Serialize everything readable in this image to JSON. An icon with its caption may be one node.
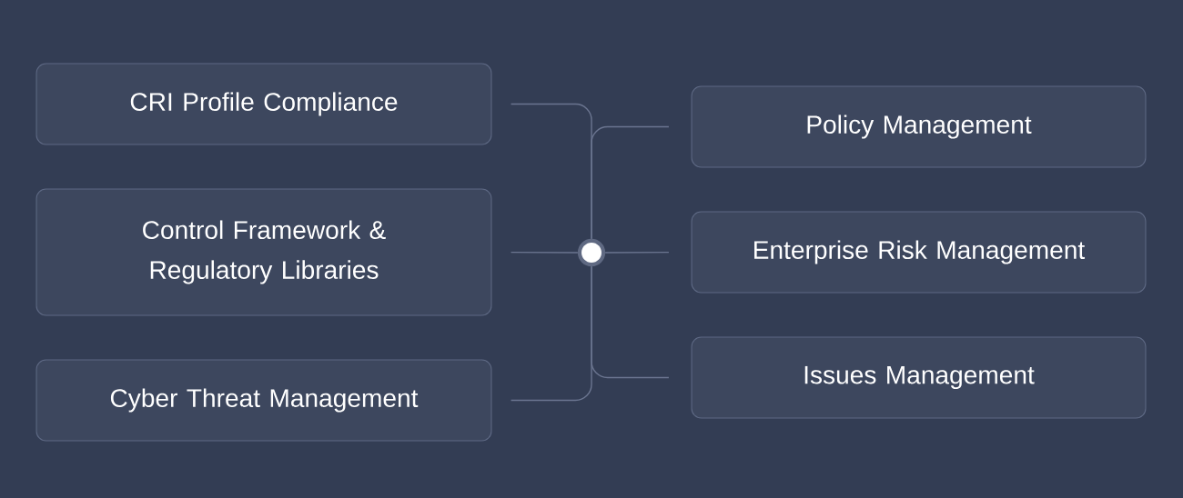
{
  "diagram": {
    "nodes": [
      {
        "text": [
          "CRI Profile Compliance"
        ]
      },
      {
        "text": [
          "Control Framework & Regulatory Libraries"
        ]
      },
      {
        "text": [
          "Cyber Threat Management"
        ]
      },
      {
        "text": [],
        "shape": "circle"
      },
      {
        "text": [
          "Policy Management"
        ]
      },
      {
        "text": [
          "Enterprise Risk Management"
        ]
      },
      {
        "text": [
          "Issues Management"
        ]
      }
    ],
    "edges": [
      {
        "from": 0,
        "to": 3,
        "arrow": "none"
      },
      {
        "from": 1,
        "to": 3,
        "arrow": "none"
      },
      {
        "from": 2,
        "to": 3,
        "arrow": "none"
      },
      {
        "from": 3,
        "to": 4,
        "arrow": "none"
      },
      {
        "from": 3,
        "to": 5,
        "arrow": "none"
      },
      {
        "from": 3,
        "to": 6,
        "arrow": "none"
      }
    ]
  }
}
